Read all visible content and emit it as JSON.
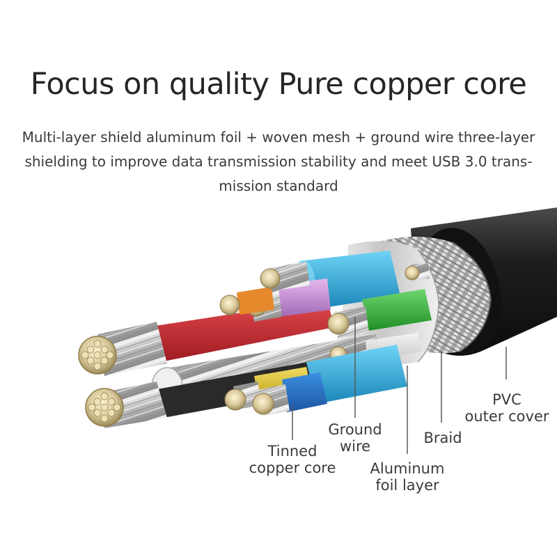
{
  "title": "Focus on quality Pure copper core",
  "subtitle_lines": [
    "Multi-layer shield aluminum foil + woven mesh + ground wire three-layer",
    "shielding to improve data transmission stability and meet USB 3.0 trans-",
    "mission standard"
  ],
  "labels": {
    "tinned_copper_core": [
      "Tinned",
      "copper core"
    ],
    "ground_wire": [
      "Ground",
      "wire"
    ],
    "aluminum_foil": [
      "Aluminum",
      "foil layer"
    ],
    "braid": [
      "Braid"
    ],
    "pvc_cover": [
      "PVC",
      "outer cover"
    ]
  },
  "colors": {
    "outer_jacket": "#1e1e1e",
    "braid": "#b9b9b9",
    "foil": "#d4d4d4",
    "red_wire": "#c0242b",
    "white_wire": "#e6e6e6",
    "blue_pair": "#27a8d8",
    "purple_wire": "#c88fd6",
    "green_wire": "#37b53c",
    "orange_wire": "#e6892c",
    "yellow_wire": "#e2c62d",
    "copper": "#d8c79a",
    "callout_line": "#5a5a5a"
  }
}
